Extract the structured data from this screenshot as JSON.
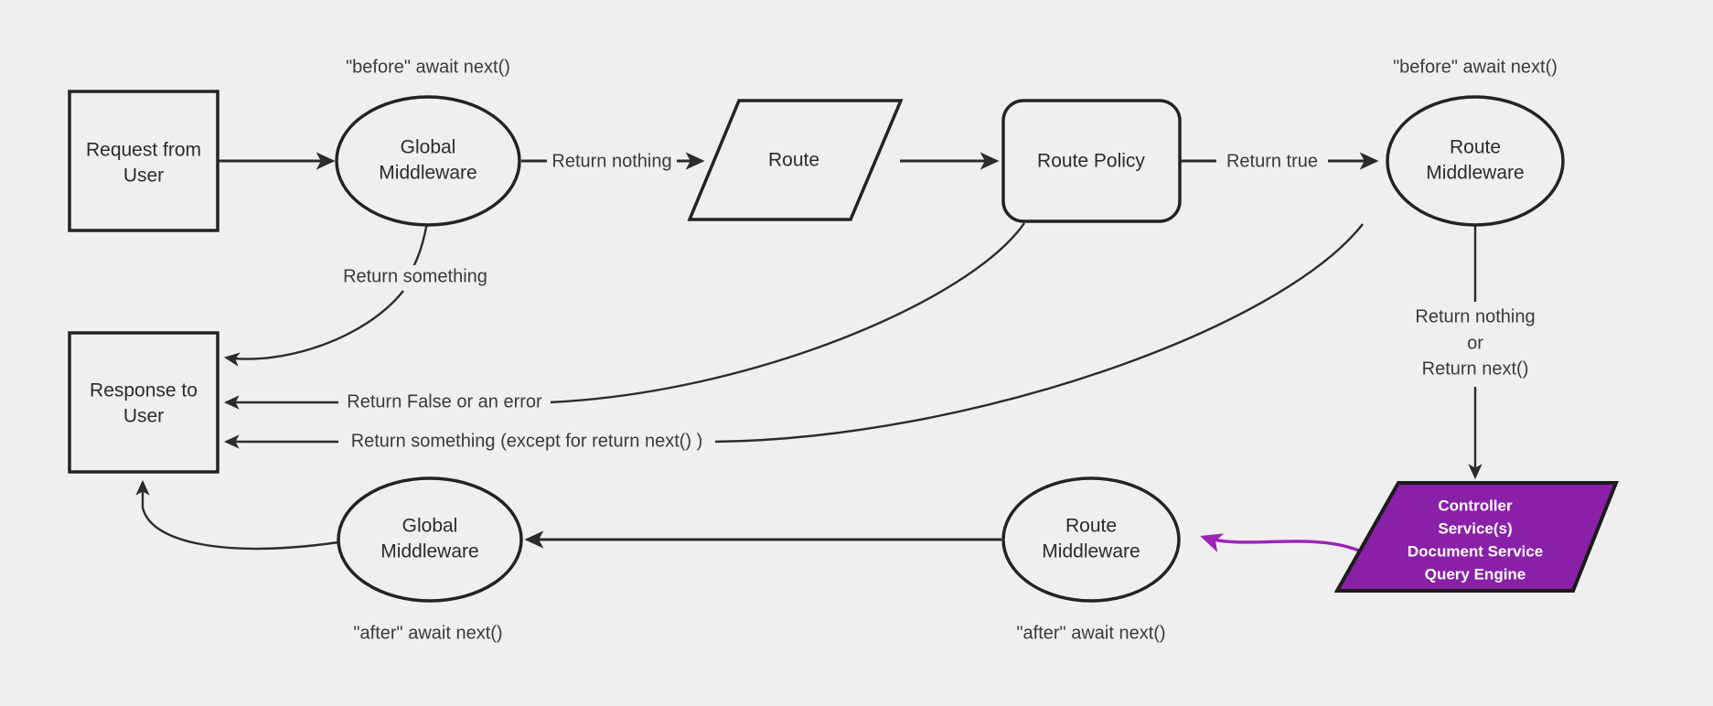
{
  "diagram": {
    "title": "Request / Middleware Lifecycle Flowchart",
    "background_color": "#efefef",
    "stroke_color": "#232323",
    "accent_color": "#8a20a8",
    "purple_edge_color": "#9b23b8",
    "nodes": {
      "request_from_user": {
        "line1": "Request from",
        "line2": "User",
        "shape": "rectangle"
      },
      "global_middleware_before": {
        "line1": "Global",
        "line2": "Middleware",
        "shape": "ellipse"
      },
      "route": {
        "line1": "Route",
        "shape": "parallelogram"
      },
      "route_policy": {
        "line1": "Route Policy",
        "shape": "rounded-rectangle"
      },
      "route_middleware_before": {
        "line1": "Route",
        "line2": "Middleware",
        "shape": "ellipse"
      },
      "response_to_user": {
        "line1": "Response to",
        "line2": "User",
        "shape": "rectangle"
      },
      "global_middleware_after": {
        "line1": "Global",
        "line2": "Middleware",
        "shape": "ellipse"
      },
      "route_middleware_after": {
        "line1": "Route",
        "line2": "Middleware",
        "shape": "ellipse"
      },
      "controller": {
        "line1": "Controller",
        "line2": "Service(s)",
        "line3": "Document Service",
        "line4": "Query Engine",
        "shape": "parallelogram"
      }
    },
    "annotations": {
      "before_global": "\"before\" await next()",
      "before_route": "\"before\" await next()",
      "after_global": "\"after\" await next()",
      "after_route": "\"after\" await next()"
    },
    "edge_labels": {
      "return_nothing": "Return nothing",
      "return_true": "Return true",
      "return_something": "Return something",
      "return_false_or_error": "Return False or an error",
      "return_something_except": "Return something (except for return next() )",
      "return_nothing_or_next_1": "Return nothing",
      "return_nothing_or_next_2": "or",
      "return_nothing_or_next_3": "Return next()"
    }
  }
}
